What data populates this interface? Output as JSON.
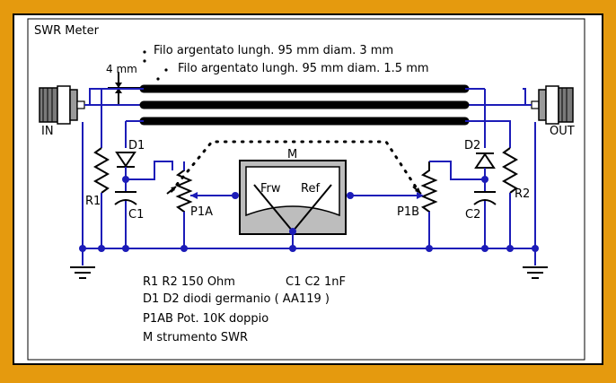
{
  "title": "SWR Meter",
  "wire_labels": {
    "top": "Filo argentato lungh. 95 mm diam. 3 mm",
    "mid": "Filo argentato  lungh. 95 mm diam. 1.5 mm",
    "gap": "4 mm"
  },
  "connectors": {
    "in": "IN",
    "out": "OUT"
  },
  "components": {
    "d1": "D1",
    "d2": "D2",
    "r1": "R1",
    "r2": "R2",
    "c1": "C1",
    "c2": "C2",
    "p1a": "P1A",
    "p1b": "P1B",
    "m": "M"
  },
  "meter": {
    "frw": "Frw",
    "ref": "Ref"
  },
  "parts_list": [
    "R1 R2 150 Ohm",
    "C1 C2 1nF",
    "D1 D2 diodi germanio ( AA119 )",
    "P1AB Pot. 10K doppio",
    "M strumento SWR"
  ],
  "colors": {
    "border": "#E59A0E",
    "wire": "#1C1CB8",
    "line_bars": "#000000",
    "meter_face": "#FFFFFF",
    "meter_body": "#BDBDBD"
  }
}
